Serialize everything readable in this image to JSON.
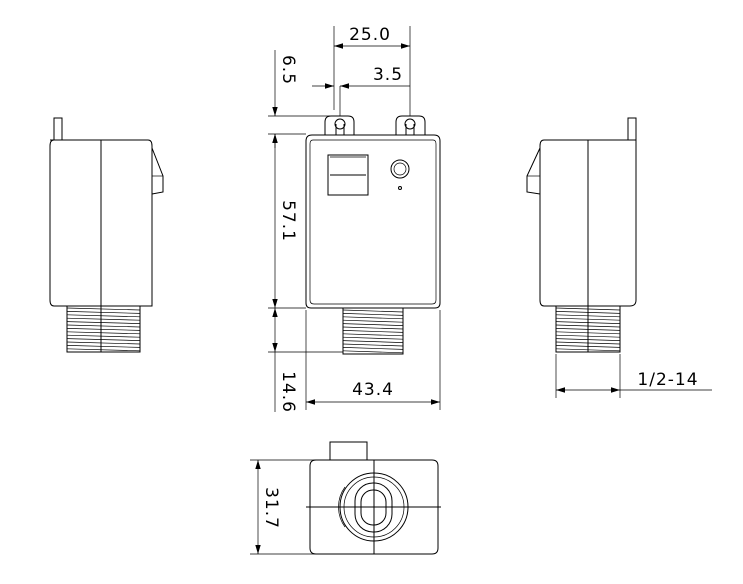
{
  "dimensions": {
    "pin_spacing": "25.0",
    "pin_offset": "6.5",
    "pin_width": "3.5",
    "body_height": "57.1",
    "thread_length": "14.6",
    "body_width": "43.4",
    "body_depth": "31.7",
    "thread_spec": "1/2-14"
  }
}
